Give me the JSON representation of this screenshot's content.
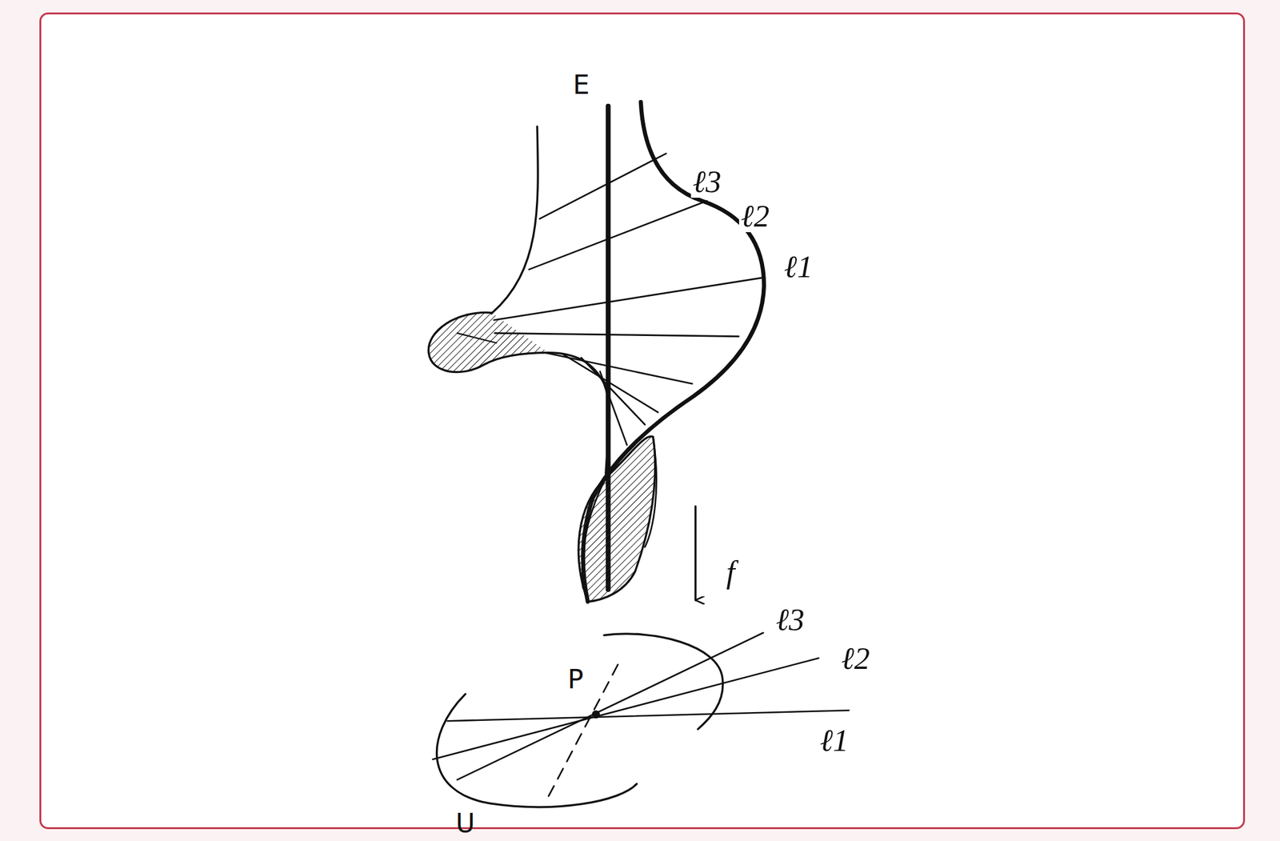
{
  "diagram": {
    "labels": [
      "E",
      "ℓ3",
      "ℓ2",
      "ℓ1",
      "f",
      "ℓ3",
      "ℓ2",
      "ℓ1",
      "P",
      "U"
    ]
  }
}
